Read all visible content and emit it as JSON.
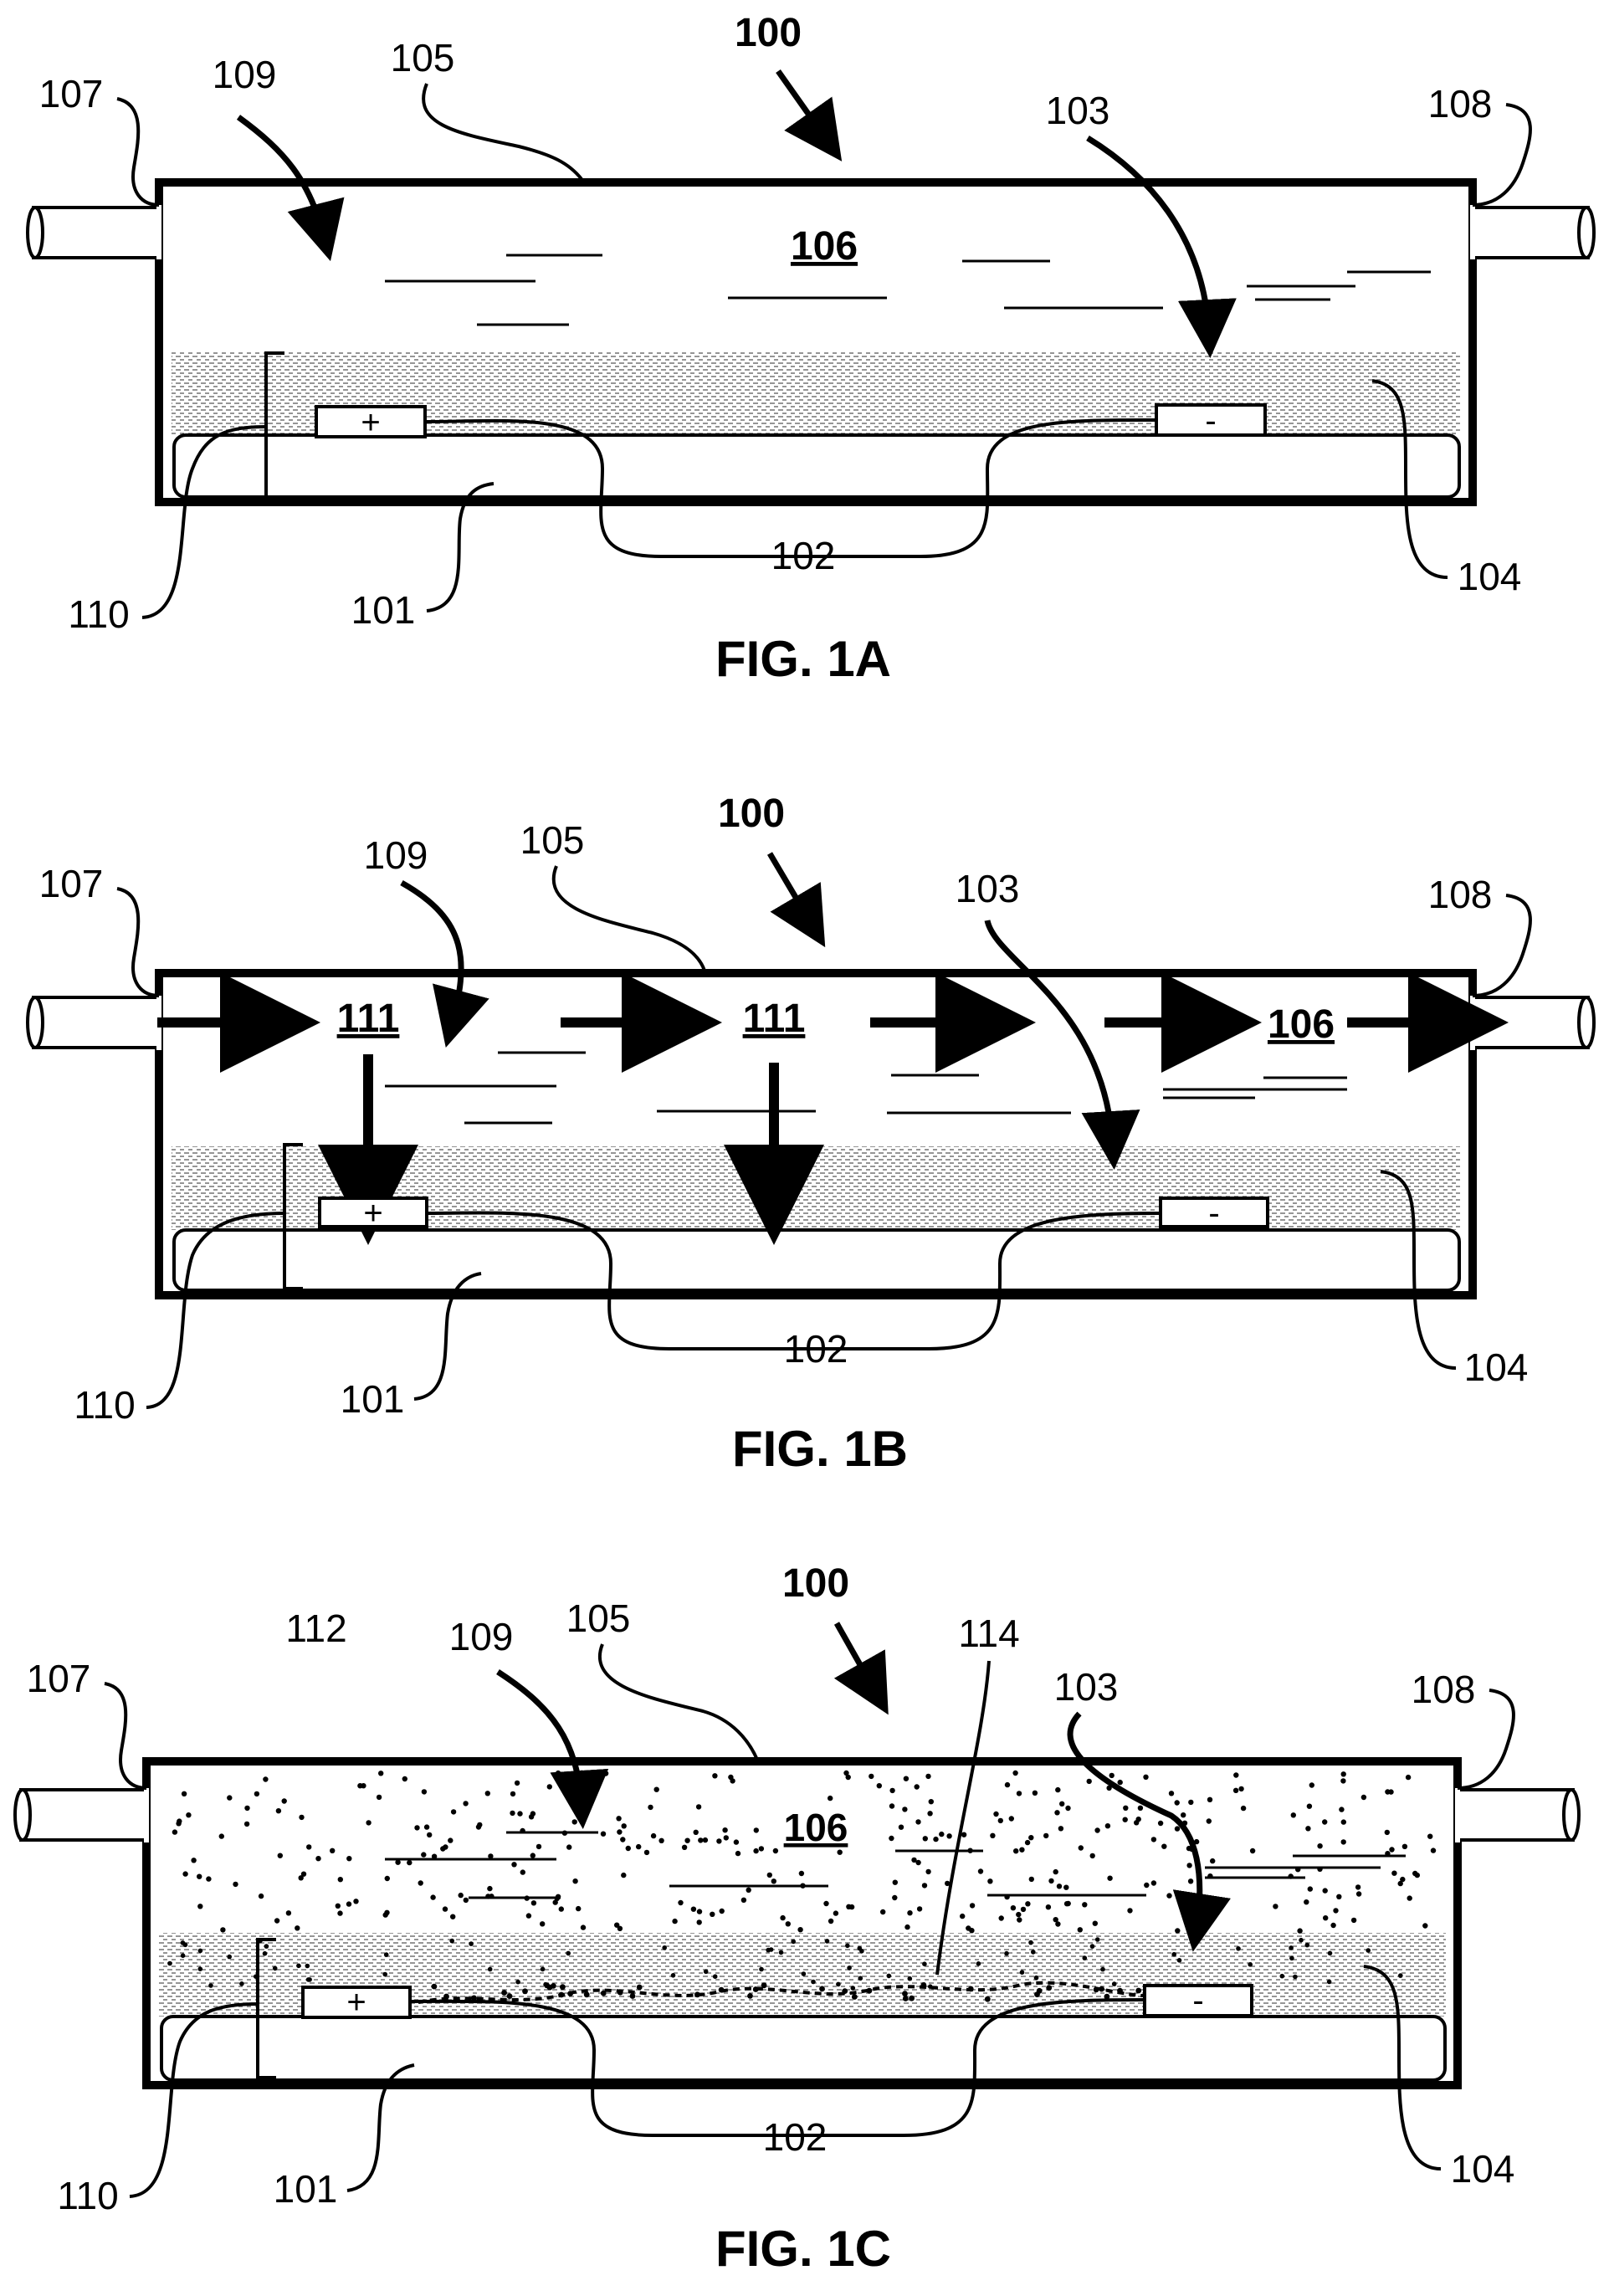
{
  "figures": [
    {
      "caption": "FIG. 1A",
      "assembly_label": "100",
      "labels": {
        "substrate": "101",
        "wires": "102",
        "indicator_103": "103",
        "layer": "104",
        "lid": "105",
        "fluid": "106",
        "inlet": "107",
        "outlet": "108",
        "indicator_109": "109",
        "bracket": "110"
      },
      "flow_labels": [],
      "particle_label": "",
      "deposit_label": ""
    },
    {
      "caption": "FIG. 1B",
      "assembly_label": "100",
      "labels": {
        "substrate": "101",
        "wires": "102",
        "indicator_103": "103",
        "layer": "104",
        "lid": "105",
        "fluid": "106",
        "inlet": "107",
        "outlet": "108",
        "indicator_109": "109",
        "bracket": "110"
      },
      "flow_labels": [
        "111",
        "111"
      ],
      "particle_label": "",
      "deposit_label": ""
    },
    {
      "caption": "FIG. 1C",
      "assembly_label": "100",
      "labels": {
        "substrate": "101",
        "wires": "102",
        "indicator_103": "103",
        "layer": "104",
        "lid": "105",
        "fluid": "106",
        "inlet": "107",
        "outlet": "108",
        "indicator_109": "109",
        "bracket": "110"
      },
      "flow_labels": [],
      "particle_label": "112",
      "deposit_label": "114"
    }
  ],
  "electrodes": {
    "positive": "+",
    "negative": "-"
  },
  "colors": {
    "ink": "#000000",
    "paper": "#ffffff",
    "stipple": "#7a7a7a"
  }
}
